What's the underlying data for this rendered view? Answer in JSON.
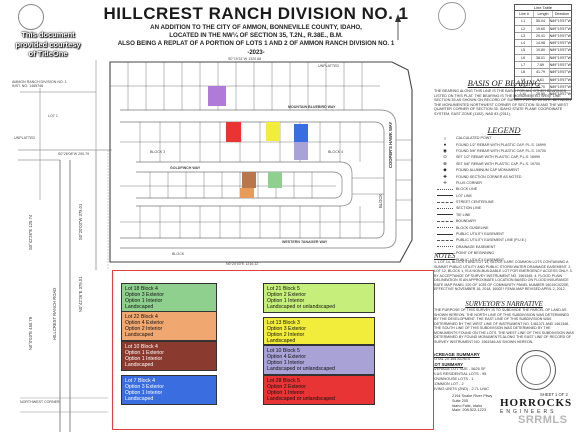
{
  "title": {
    "main": "HILLCREST RANCH DIVISION NO. 1",
    "lines": [
      "AN ADDITION TO THE CITY OF AMMON, BONNEVILLE COUNTY, IDAHO,",
      "LOCATED IN THE NW¼ OF SECTION 35, T.2N., R.38E., B.M.",
      "ALSO BEING A REPLAT OF A PORTION OF LOTS 1 AND 2 OF AMMON RANCH DIVISION NO. 1"
    ],
    "year": "-2023-"
  },
  "courtesy": [
    "This document",
    "provided courtesy",
    "of TitleOne"
  ],
  "map_labels": {
    "street_top": "MOUNTAIN BLUEBIRD WAY",
    "street_goldfinch": "GOLDFINCH WAY",
    "street_tanager": "WESTERN TANAGER WAY",
    "street_cooper": "COOPER'S HAWK WAY",
    "street_hillcrest": "HILLCREST RANCH ROAD",
    "block_3": "BLOCK 3",
    "block_4": "BLOCK 4",
    "block_5": "BLOCK",
    "block_1": "BLOCK",
    "bearing_top": "S0°10'31\"W 1320.68",
    "bearing_bottom": "N0°20'03\"E 1216.12",
    "bearing_left_a": "S0°26'08\"W 200.79",
    "bearing_left_b": "N0°42'26\"E 375.01",
    "bearing_left_c": "S0°20'03\"W 375.01",
    "bearing_left_d": "S0°42'26\"E 125.74",
    "bearing_left_e": "N0°0'03\"E 450.79",
    "lot_label": "LOT 1",
    "unplatted_a": "UNPLATTED",
    "unplatted_b": "UNPLATTED",
    "ammon_ranch": "AMMON RANCH DIVISION NO. 1",
    "ammon_ranch_sub": "INST. NO. 1485748",
    "northwest_corner": "NORTHWEST CORNER"
  },
  "line_table": {
    "title": "Line Table",
    "headers": [
      "Line #",
      "Length",
      "Direction"
    ],
    "rows": [
      [
        "L1",
        "55.04",
        "N89°19'57\"W"
      ],
      [
        "L2",
        "19.60",
        "N89°19'57\"W"
      ],
      [
        "L3",
        "20.41",
        "N89°19'57\"W"
      ],
      [
        "L4",
        "14.98",
        "N89°19'57\"W"
      ],
      [
        "L5",
        "19.80",
        "N89°19'57\"W"
      ],
      [
        "L6",
        "38.01",
        "N89°19'57\"W"
      ],
      [
        "L7",
        "7.89",
        "N89°19'57\"W"
      ],
      [
        "L8",
        "41.79",
        "N89°19'57\"W"
      ],
      [
        "L9",
        "9.61",
        "N89°19'57\"W"
      ],
      [
        "L10",
        "31.70",
        "N89°19'57\"W"
      ],
      [
        "L11",
        "29.50",
        "N89°19'57\"W"
      ]
    ]
  },
  "basis": {
    "heading": "BASIS OF BEARING",
    "text": "THE BEARING ALONG THIS LINE IS THE BASIS FOR ALL OTHER BEARINGS LISTED ON THIS PLAT. THE BEARING IS THE MONUMENTED WEST LINE SECTION 35 AS SHOWN ON RECORD OF SURVEY PER N0°20'03\"E. BETWEEN THE MONUMENTED NORTHWEST CORNER OF SECTION 35 AND THE WEST QUARTER CORNER OF SECTION 35. IDAHO STATE PLANE COORDINATE SYSTEM, EAST ZONE (1102), NAD 83 (2011)."
  },
  "legend": {
    "heading": "LEGEND",
    "items": [
      "CALCULATED POINT",
      "FOUND 1/2\" REBAR WITH PLASTIC CAP, P.L.S. 16999",
      "FOUND 5/8\" REBAR WITH PLASTIC CAP, P.L.S. 19700",
      "SET 1/2\" REBAR WITH PLASTIC CAP, P.L.S. 16999",
      "SET 5/8\" REBAR WITH PLASTIC CAP, P.L.S. 19700",
      "FOUND ALUMINUM CAP MONUMENT",
      "FOUND SECTION CORNER AS NOTED",
      "PLUS CORNER",
      "BLOCK LINE",
      "LOT LINE",
      "STREET CENTERLINE",
      "SECTION LINE",
      "TIE LINE",
      "BOUNDARY",
      "BLOCK GUIDELINE",
      "PUBLIC UTILITY EASEMENT",
      "PUBLIC UTILITY EASEMENT LINE (P.U.E.)",
      "DRAINAGE EASEMENT",
      "POINT OF BEGINNING",
      "PUBLIC UTILITY EASEMENT"
    ]
  },
  "notes": {
    "heading": "NOTES",
    "text": "1. LOT 14, BLOCK 4 AND LOT 14, BLOCK 5 ARE COMMON LOTS CONTAINING A SUMMIT PUBLIC UTILITY AND PUBLIC STORM WATER DRAINAGE EASEMENT. 2. LOT 12, BLOCK 1, IS A NON-BUILDABLE LOT FOR EMERGENCY ACCESS ONLY. 3. BY ACCEPTANCE OF SURVEY INSTRUMENT NO. 1561545. 4. FLOOD PLAIN DELINEATION IS AN APPROXIMATE LOCATION BASED ON FLOOD INSURANCE RATE MAP PANEL 220 OF 1035 OF COMMUNITY PANEL NUMBER 16019C0220E, EFFECTIVE NOVEMBER 16, 2018, 16002? FEMA MAP REVISED APRIL 2, 2012."
  },
  "narrative": {
    "heading": "SURVEYOR'S NARRATIVE",
    "text": "THE PURPOSE OF THIS SURVEY IS TO SUBDIVIDE THE PARCEL OF LAND AS SHOWN HEREON. THE NORTH LINE OF THIS SUBDIVISION WAS DETERMINED BY THE DEVELOPMENT. THE EAST LINE OF THIS SUBDIVISION WAS DETERMINED BY THE WEST LINE OF INSTRUMENT NO. 1461371 AND 1461348. THE SOUTH LINE OF THIS SUBDIVISION WAS DETERMINED BY THE MONUMENTS FOUND ON THE LOTS. THE WEST LINE OF THIS SUBDIVISION WAS DETERMINED BY FOUND MONUMENTS ALONG THE EAST LINE OF RECORD OF SURVEY INSTRUMENT NO. 1561546 AS SHOWN HEREON."
  },
  "acreage": {
    "title": "ACREAGE SUMMARY",
    "lines": [
      "TOTAL 20.164 ACRES",
      "LOT SUMMARY",
      "AVERAGE LOT SIZE - 5625 SF",
      "PLUS RESIDENTIAL LOTS - 95",
      "TOWNHOUSE LOTS - 1",
      "COMMON LOT - 2",
      "LIVING UNITS (2ND) - 2.71 U/AC"
    ]
  },
  "address": [
    "2194 Snake River Pkwy",
    "Suite 205",
    "Idaho Falls, Idaho",
    "Main: 208-522-1223"
  ],
  "horrocks": {
    "name": "HORROCKS",
    "sub": "ENGINEERS",
    "sheet": "SHEET 1 OF 2"
  },
  "watermark": "SRRMLS",
  "lots": [
    {
      "title": "Lot 18 Block 4",
      "lines": [
        "Option 3 Exterior",
        "Option 1 Interior",
        "Landscaped"
      ],
      "color": "#8fd08f"
    },
    {
      "title": "Lot 22 Block 4",
      "lines": [
        "Option 4 Exterior",
        "Option 2 Interior",
        "Landscaped"
      ],
      "color": "#f0a870"
    },
    {
      "title": "Lot 10 Block 4",
      "lines": [
        "Option 1 Exterior",
        "Option 1 Interior",
        "Landscaped"
      ],
      "color": "#8a3a2e"
    },
    {
      "title": "Lot 7 Block 4",
      "lines": [
        "Option 3 Exterior",
        "Option 1 Interior",
        "Landscaped"
      ],
      "color": "#3a6ee0"
    },
    {
      "title": "Lot 21 Block 5",
      "lines": [
        "Option 2 Exterior",
        "Option 1 Interior",
        "Landscaped or unlandscaped"
      ],
      "color": "#c5ee7a"
    },
    {
      "title": "Lot 13 Block 3",
      "lines": [
        "Option 3 Exterior",
        "Option 2 Interior",
        "Landscaped"
      ],
      "color": "#f2ec3a"
    },
    {
      "title": "Lot 10 Block 5",
      "lines": [
        "Option 4 Exterior",
        "Option 1 Interior",
        "Landscaped or unlandscaped"
      ],
      "color": "#a8a2d6"
    },
    {
      "title": "Lot 28 Block 5",
      "lines": [
        "Option 2 Exterior",
        "Option 1 Interior",
        "Landscaped or unlandscaped"
      ],
      "color": "#e83434"
    }
  ],
  "colors": {
    "line": "#555555",
    "street": "#9a9a9a",
    "panel_border": "#e43f3f"
  }
}
